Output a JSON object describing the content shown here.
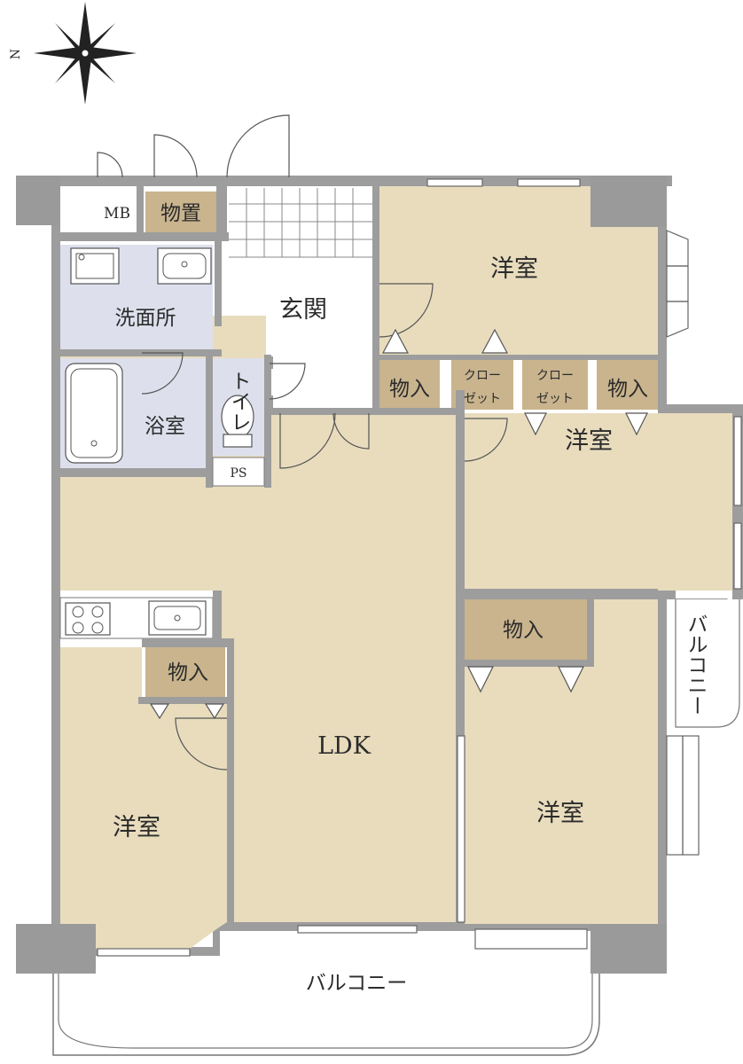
{
  "compass": {
    "north_label": "N"
  },
  "rooms": {
    "mb": "MB",
    "storage_entry": "物置",
    "washroom": "洗面所",
    "entrance": "玄関",
    "bath": "浴室",
    "toilet": "トイレ",
    "ps": "PS",
    "western_top_right": "洋室",
    "storage_a": "物入",
    "closet_a_line1": "クロー",
    "closet_a_line2": "ゼット",
    "closet_b_line1": "クロー",
    "closet_b_line2": "ゼット",
    "storage_b": "物入",
    "western_mid_right": "洋室",
    "balcony_side": "バルコニー",
    "storage_c": "物入",
    "ldk": "LDK",
    "storage_d": "物入",
    "western_bottom_left": "洋室",
    "western_bottom_right": "洋室",
    "balcony_main": "バルコニー"
  },
  "colors": {
    "room_fill": "#e8dcbd",
    "storage_fill": "#c9b48e",
    "wet_fill": "#dde0ec",
    "wall": "#9d9d9d",
    "pillar": "#9a9a9a"
  }
}
